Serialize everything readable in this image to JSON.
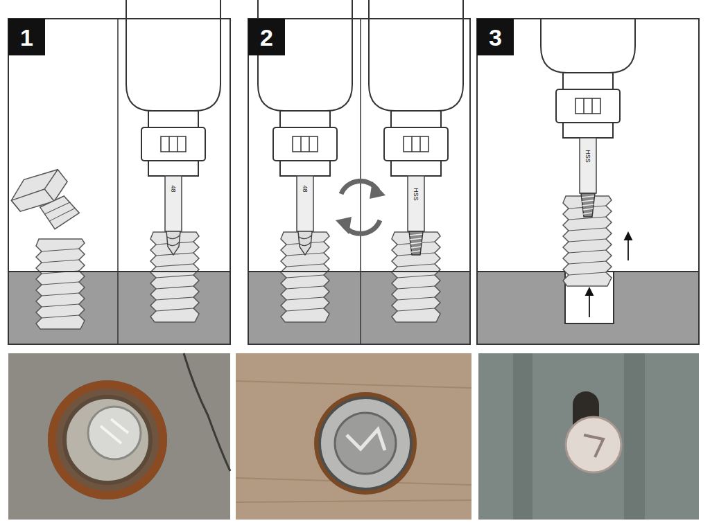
{
  "diagram": {
    "nodes": [
      {
        "text": [
          "1"
        ]
      },
      {
        "text": [
          "2"
        ]
      },
      {
        "text": [
          "3"
        ]
      }
    ],
    "labels": [
      "48",
      "48",
      "HSS",
      "HSS"
    ]
  }
}
